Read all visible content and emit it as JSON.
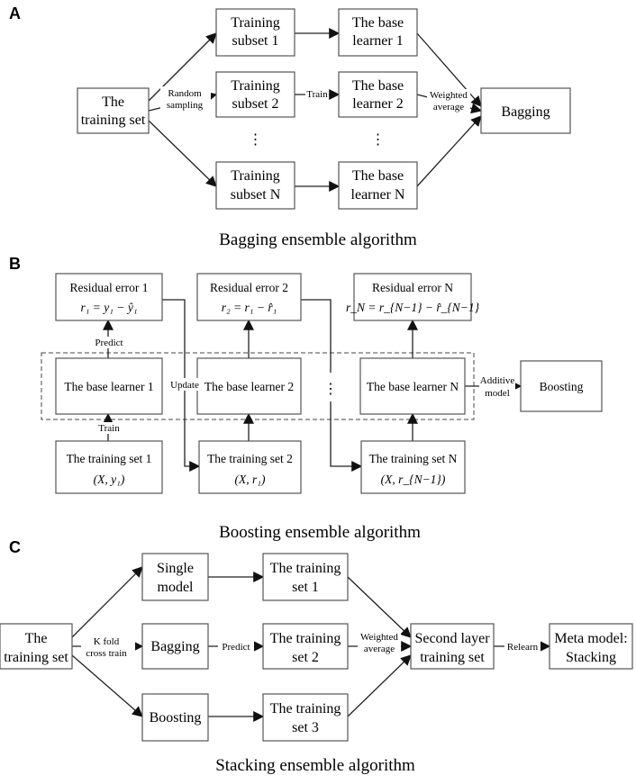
{
  "panel_a": {
    "letter": "A",
    "title": "Bagging ensemble algorithm",
    "training_set": [
      "The",
      "training set"
    ],
    "subset_1": [
      "Training",
      "subset 1"
    ],
    "subset_2": [
      "Training",
      "subset 2"
    ],
    "subset_n": [
      "Training",
      "subset N"
    ],
    "learner_1": [
      "The base",
      "learner 1"
    ],
    "learner_2": [
      "The base",
      "learner 2"
    ],
    "learner_n": [
      "The base",
      "learner N"
    ],
    "output": "Bagging",
    "label_sampling": [
      "Random",
      "sampling"
    ],
    "label_train": "Train",
    "label_weighted": [
      "Weighted",
      "average"
    ],
    "ellipsis": "⋮"
  },
  "panel_b": {
    "letter": "B",
    "title": "Boosting ensemble algorithm",
    "residual_1": [
      "Residual error 1",
      "r₁ = y₁ − ŷ₁"
    ],
    "residual_2": [
      "Residual error 2",
      "r₂ = r₁ − r̂₁"
    ],
    "residual_n": [
      "Residual error N",
      "r_N = r_{N−1} − r̂_{N−1}"
    ],
    "learner_1": "The base learner 1",
    "learner_2": "The base learner 2",
    "learner_n": "The base learner N",
    "trainset_1": [
      "The training set 1",
      "(X, y₁)"
    ],
    "trainset_2": [
      "The training set 2",
      "(X, r₁)"
    ],
    "trainset_n": [
      "The training set N",
      "(X, r_{N−1})"
    ],
    "output": "Boosting",
    "label_predict": "Predict",
    "label_train": "Train",
    "label_update": "Update",
    "label_additive": [
      "Additive",
      "model"
    ],
    "ellipsis": "⋮"
  },
  "panel_c": {
    "letter": "C",
    "title": "Stacking ensemble algorithm",
    "training_set": [
      "The",
      "training set"
    ],
    "single_model": [
      "Single",
      "model"
    ],
    "bagging": "Bagging",
    "boosting": "Boosting",
    "trainset_1": [
      "The training",
      "set 1"
    ],
    "trainset_2": [
      "The training",
      "set 2"
    ],
    "trainset_3": [
      "The training",
      "set 3"
    ],
    "second_layer": [
      "Second layer",
      "training set"
    ],
    "meta_model": [
      "Meta model:",
      "Stacking"
    ],
    "label_kfold": [
      "K fold",
      "cross train"
    ],
    "label_predict": "Predict",
    "label_weighted": [
      "Weighted",
      "average"
    ],
    "label_relearn": "Relearn"
  }
}
